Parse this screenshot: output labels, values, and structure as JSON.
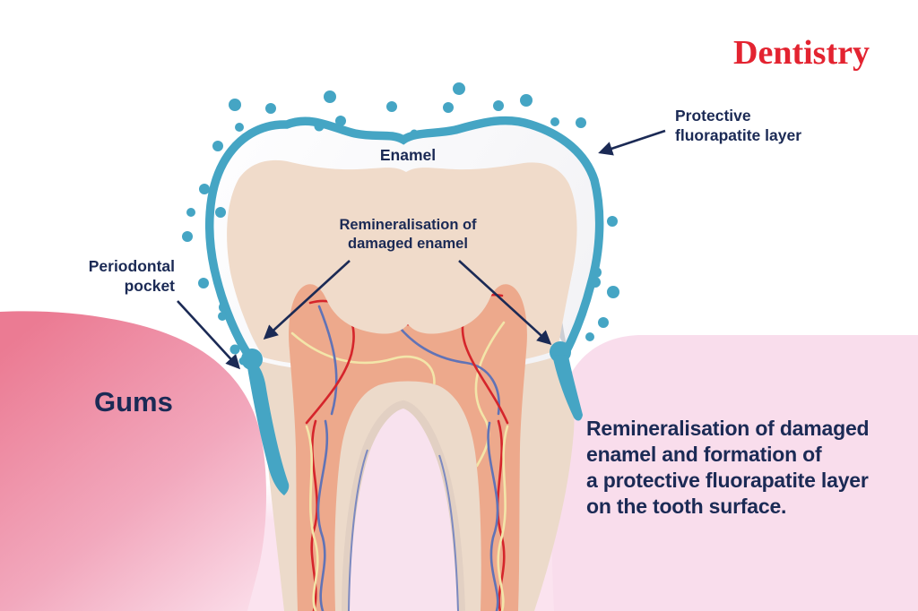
{
  "logo": {
    "text": "Dentistry"
  },
  "diagram": {
    "enamel_label": "Enamel",
    "protective_label": "Protective\nfluorapatite layer",
    "remineralisation_label": "Remineralisation of\ndamaged enamel",
    "periodontal_label": "Periodontal\npocket",
    "gums_label": "Gums"
  },
  "caption": {
    "text": "Remineralisation of damaged\nenamel and formation of\na protective fluorapatite layer\non the tooth surface."
  },
  "colors": {
    "accent_teal": "#45a5c4",
    "text_navy": "#1b2a55",
    "logo_red": "#e32330",
    "gum_pink": "#eb7b93",
    "panel_pink": "#f9ddec"
  }
}
